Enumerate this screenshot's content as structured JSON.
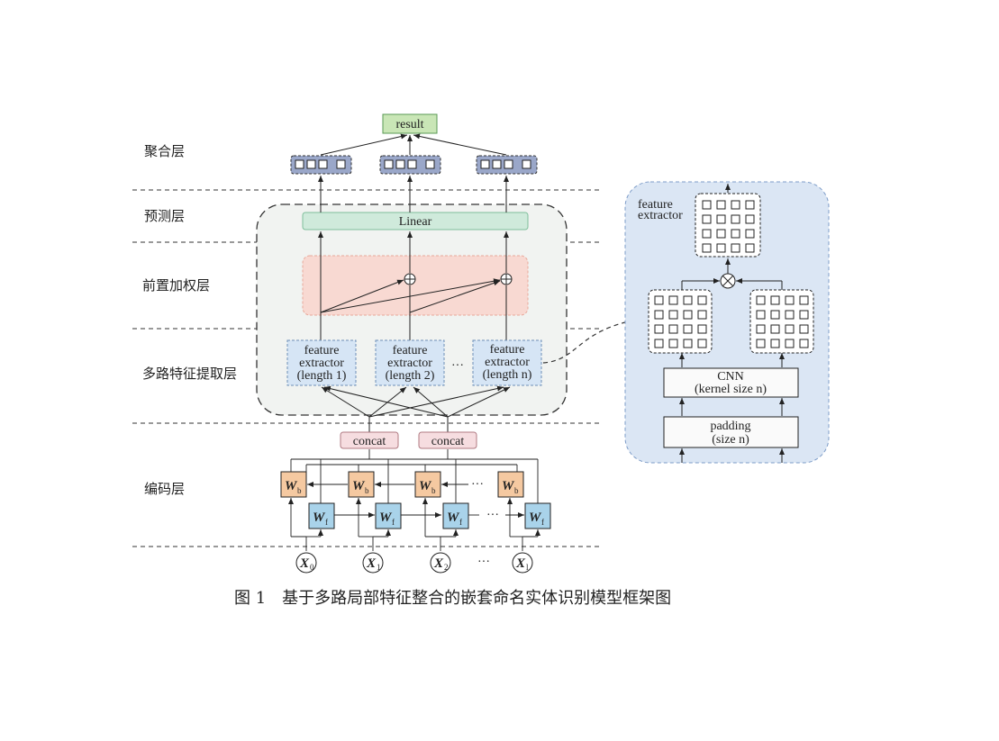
{
  "layers": {
    "aggregation": "聚合层",
    "prediction": "预测层",
    "weighting": "前置加权层",
    "extraction": "多路特征提取层",
    "encoding": "编码层"
  },
  "result_label": "result",
  "linear_label": "Linear",
  "extractors": [
    {
      "line1": "feature",
      "line2": "extractor",
      "line3": "(length 1)"
    },
    {
      "line1": "feature",
      "line2": "extractor",
      "line3": "(length 2)"
    },
    {
      "line1": "feature",
      "line2": "extractor",
      "line3": "(length n)"
    }
  ],
  "ellipsis": "···",
  "concat_label": "concat",
  "wb_label": "W",
  "wb_sub": "b",
  "wf_label": "W",
  "wf_sub": "f",
  "inputs": [
    {
      "name": "X",
      "sub": "0"
    },
    {
      "name": "X",
      "sub": "1"
    },
    {
      "name": "X",
      "sub": "2"
    },
    {
      "name": "X",
      "sub": "l"
    }
  ],
  "detail": {
    "title_line1": "feature",
    "title_line2": "extractor",
    "cnn_line1": "CNN",
    "cnn_line2": "(kernel size n)",
    "padding_line1": "padding",
    "padding_line2": "(size n)"
  },
  "caption": "图 1　基于多路局部特征整合的嵌套命名实体识别模型框架图",
  "colors": {
    "result_fill": "#c9e6b6",
    "linear_fill": "#cfeadb",
    "agg_fill": "#9aa7c9",
    "weight_fill": "#f8d9d2",
    "extractor_fill": "#d6e5f5",
    "concat_fill": "#f6dde0",
    "wb_fill": "#f5c9a1",
    "wf_fill": "#a9d3ea",
    "detail_fill": "#dbe6f4",
    "center_fill": "#f1f3f1"
  }
}
